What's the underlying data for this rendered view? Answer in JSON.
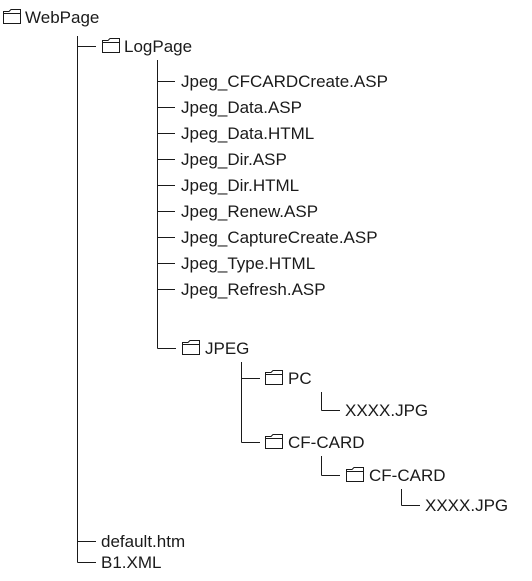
{
  "tree": {
    "root": {
      "label": "WebPage",
      "icon": "folder-icon"
    },
    "logpage": {
      "label": "LogPage",
      "icon": "folder-icon"
    },
    "logpage_files": [
      "Jpeg_CFCARDCreate.ASP",
      "Jpeg_Data.ASP",
      "Jpeg_Data.HTML",
      "Jpeg_Dir.ASP",
      "Jpeg_Dir.HTML",
      "Jpeg_Renew.ASP",
      "Jpeg_CaptureCreate.ASP",
      "Jpeg_Type.HTML",
      "Jpeg_Refresh.ASP"
    ],
    "jpeg": {
      "label": "JPEG",
      "icon": "folder-icon"
    },
    "pc": {
      "label": "PC",
      "icon": "folder-icon"
    },
    "pc_file": "XXXX.JPG",
    "cfcard": {
      "label": "CF-CARD",
      "icon": "folder-icon"
    },
    "cfcard_inner": {
      "label": "CF-CARD",
      "icon": "folder-icon"
    },
    "cfcard_inner_file": "XXXX.JPG",
    "root_files": [
      "default.htm",
      "B1.XML"
    ]
  }
}
